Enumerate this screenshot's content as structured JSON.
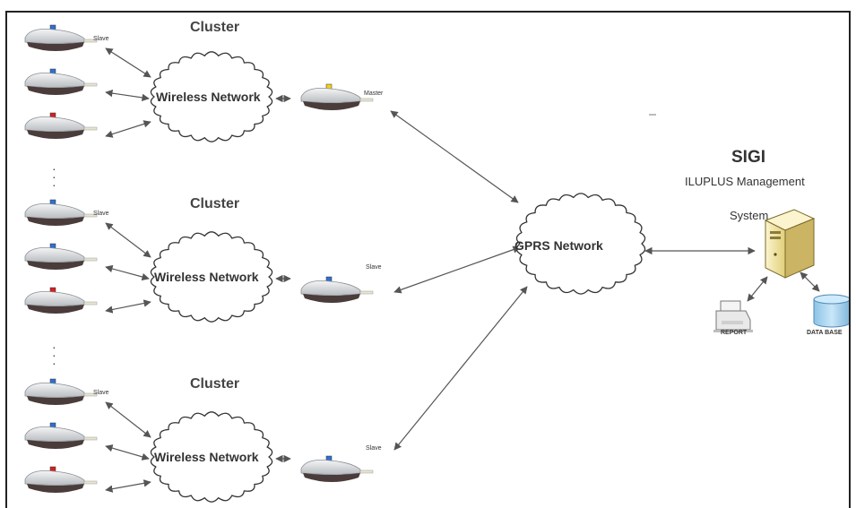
{
  "clusters": [
    {
      "title": "Cluster",
      "network": "Wireless Network",
      "top_node_label": "Slave",
      "head_label": "Master"
    },
    {
      "title": "Cluster",
      "network": "Wireless Network",
      "top_node_label": "Slave",
      "head_label": "Slave"
    },
    {
      "title": "Cluster",
      "network": "Wireless Network",
      "top_node_label": "Slave",
      "head_label": "Slave"
    }
  ],
  "gprs": {
    "label": "GPRS Network"
  },
  "sigi": {
    "title": "SIGI",
    "subtitle": "ILUPLUS Management",
    "system": "System",
    "report": "REPORT",
    "database": "DATA BASE"
  },
  "colors": {
    "lamp_body": "#d7dadd",
    "lamp_base": "#4a3c3a",
    "indicator_blue": "#2f6fd0",
    "indicator_red": "#d42020",
    "indicator_yellow": "#f0d020",
    "server": "#f3e7ab",
    "database": "#a8d4ee",
    "arrow": "#555555"
  },
  "icons": {
    "lamp": "street-lamp-icon",
    "cloud": "cloud-icon",
    "server": "server-icon",
    "printer": "printer-icon",
    "database": "database-icon"
  }
}
